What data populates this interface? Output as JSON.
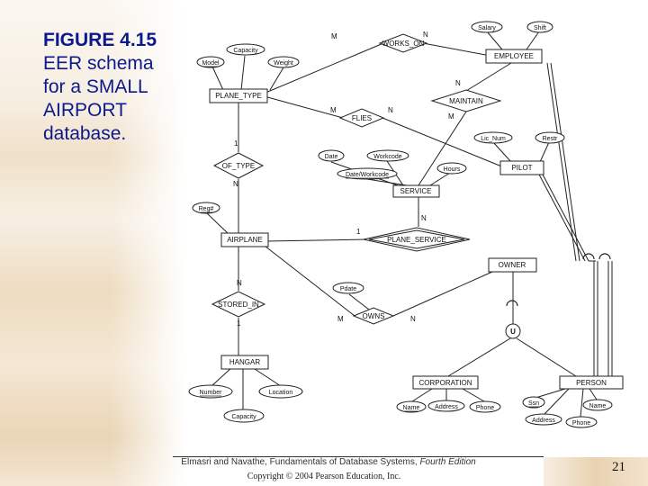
{
  "title": {
    "figure": "FIGURE 4.15",
    "line1": "EER schema",
    "line2": "for a SMALL",
    "line3": "AIRPORT",
    "line4": "database."
  },
  "entities": {
    "employee": "EMPLOYEE",
    "plane_type": "PLANE_TYPE",
    "pilot": "PILOT",
    "service": "SERVICE",
    "airplane": "AIRPLANE",
    "owner": "OWNER",
    "hangar": "HANGAR",
    "corporation": "CORPORATION",
    "person": "PERSON"
  },
  "relationships": {
    "works_on": "WORKS_ON",
    "maintain": "MAINTAIN",
    "flies": "FLIES",
    "of_type": "OF_TYPE",
    "plane_service": "PLANE_SERVICE",
    "stored_in": "STORED_IN",
    "owns": "OWNS",
    "union": "U"
  },
  "attributes": {
    "salary": "Salary",
    "shift": "Shift",
    "capacity_pt": "Capacity",
    "model": "Model",
    "weight": "Weight",
    "lic_num": "Lic_Num",
    "restr": "Restr",
    "date": "Date",
    "workcode": "Workcode",
    "date_workcode": "Date/Workcode",
    "hours": "Hours",
    "reg": "Reg#",
    "pdate": "Pdate",
    "number": "Number",
    "location": "Location",
    "capacity_h": "Capacity",
    "name_c": "Name",
    "address_c": "Address",
    "phone_c": "Phone",
    "ssn": "Ssn",
    "name_p": "Name",
    "address_p": "Address",
    "phone_p": "Phone"
  },
  "cardinalities": {
    "works_on_m": "M",
    "works_on_n": "N",
    "maintain_n": "N",
    "maintain_m": "M",
    "flies_m": "M",
    "flies_n": "N",
    "of_type_1": "1",
    "of_type_n": "N",
    "ps_1": "1",
    "ps_n": "N",
    "stored_n": "N",
    "stored_1": "1",
    "owns_m": "M",
    "owns_n": "N"
  },
  "footer": {
    "citation": "Elmasri and Navathe, Fundamentals of Database Systems, ",
    "edition": "Fourth Edition",
    "copyright": "Copyright © 2004 Pearson Education, Inc.",
    "page": "21"
  }
}
